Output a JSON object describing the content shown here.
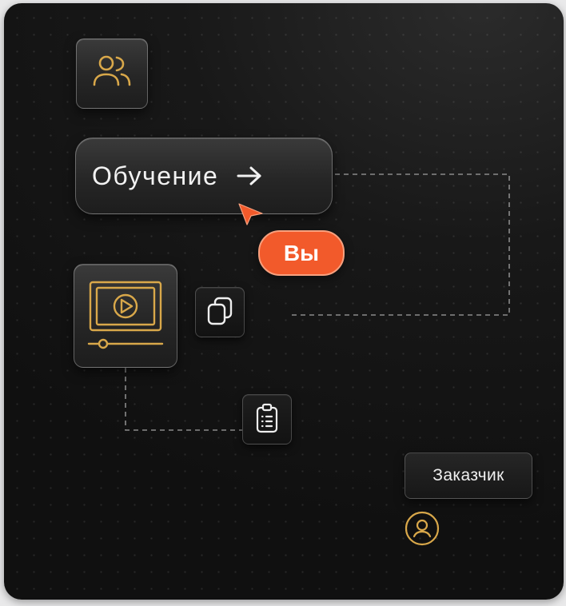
{
  "nodes": {
    "training_label": "Обучение",
    "you_label": "Вы",
    "client_label": "Заказчик"
  },
  "icons": {
    "users": "users-icon",
    "arrow": "arrow-right-icon",
    "cursor": "cursor-pointer-icon",
    "video": "video-player-icon",
    "copy": "copy-icon",
    "clipboard": "clipboard-list-icon",
    "user": "user-circle-icon"
  },
  "colors": {
    "accent_orange": "#f25a2b",
    "icon_gold": "#d9a84a",
    "background": "#141414",
    "text": "#f2f2f2"
  }
}
